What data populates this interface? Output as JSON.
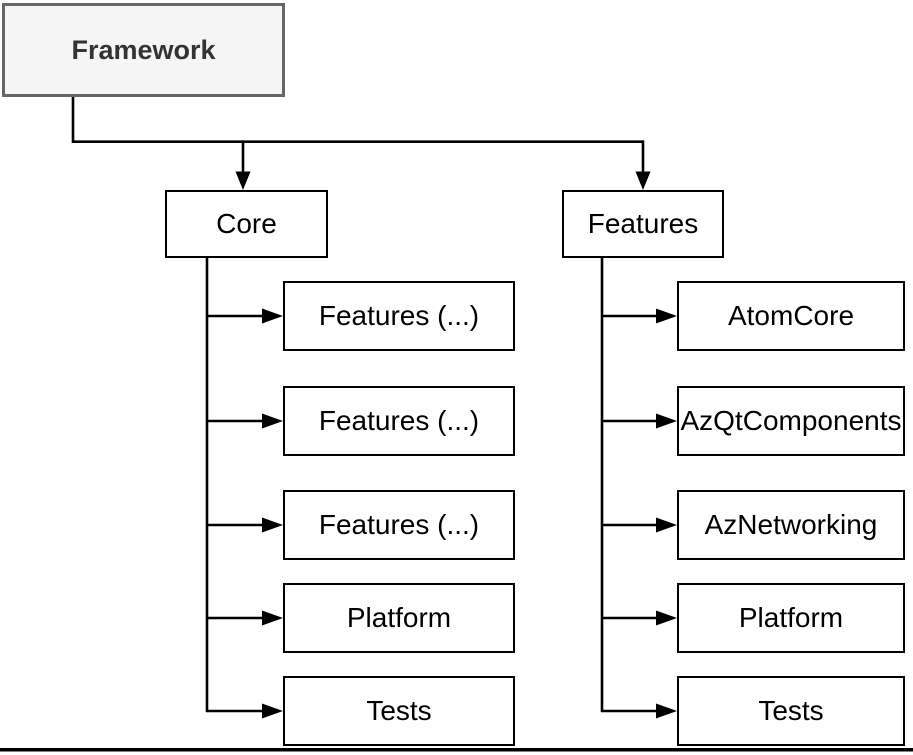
{
  "colors": {
    "background": "#ffffff",
    "connector": "#000000",
    "node_fill": "#ffffff",
    "node_border": "#000000",
    "node_text": "#000000",
    "root_fill": "#f5f5f5",
    "root_border": "#666666",
    "root_text": "#333333"
  },
  "nodes": {
    "framework": {
      "label": "Framework"
    },
    "core": {
      "label": "Core"
    },
    "features": {
      "label": "Features"
    },
    "core_children": [
      {
        "label": "Features (...)"
      },
      {
        "label": "Features (...)"
      },
      {
        "label": "Features (...)"
      },
      {
        "label": "Platform"
      },
      {
        "label": "Tests"
      }
    ],
    "features_children": [
      {
        "label": "AtomCore"
      },
      {
        "label": "AzQtComponents"
      },
      {
        "label": "AzNetworking"
      },
      {
        "label": "Platform"
      },
      {
        "label": "Tests"
      }
    ]
  }
}
